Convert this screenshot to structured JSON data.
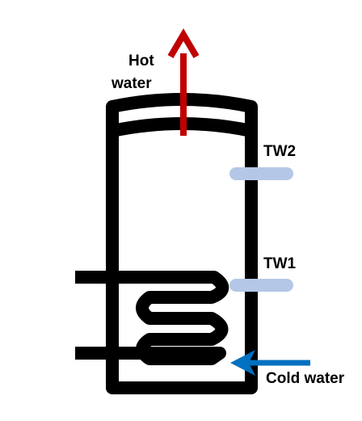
{
  "diagram": {
    "labels": {
      "hot_water_line1": "Hot",
      "hot_water_line2": "water",
      "tw2": "TW2",
      "tw1": "TW1",
      "cold_water": "Cold water"
    },
    "colors": {
      "tank_outline": "#000000",
      "hot_water_arrow": "#c00000",
      "cold_water_arrow": "#0070c0",
      "sensor": "#b4c7e7",
      "background": "#ffffff"
    },
    "icons": {
      "hot_water_arrow": "arrow-up-icon",
      "cold_water_arrow": "arrow-left-icon",
      "heating_coil": "coil-icon"
    }
  }
}
